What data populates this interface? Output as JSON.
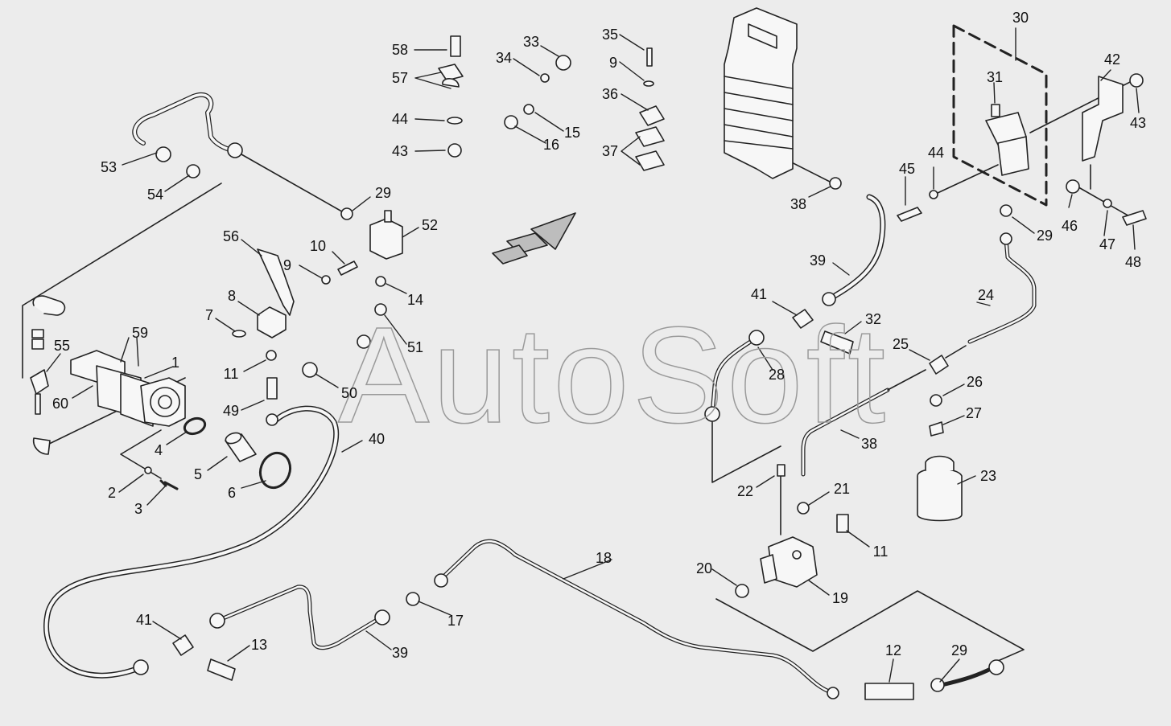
{
  "watermark": "AutoSoft",
  "colors": {
    "background": "#ececec",
    "line": "#222222",
    "part_fill": "#f7f7f7",
    "watermark_stroke": "#9a9a9a"
  },
  "callouts": [
    "58",
    "57",
    "44",
    "43",
    "33",
    "34",
    "15",
    "16",
    "35",
    "9",
    "36",
    "37",
    "30",
    "31",
    "42",
    "43",
    "38",
    "44",
    "45",
    "29",
    "46",
    "47",
    "48",
    "53",
    "54",
    "29",
    "52",
    "56",
    "10",
    "9",
    "8",
    "7",
    "11",
    "59",
    "1",
    "55",
    "60",
    "4",
    "5",
    "6",
    "2",
    "3",
    "49",
    "50",
    "51",
    "14",
    "40",
    "39",
    "41",
    "32",
    "28",
    "24",
    "25",
    "26",
    "27",
    "23",
    "38",
    "22",
    "21",
    "11",
    "20",
    "19",
    "18",
    "17",
    "39",
    "41",
    "13",
    "12",
    "29"
  ]
}
